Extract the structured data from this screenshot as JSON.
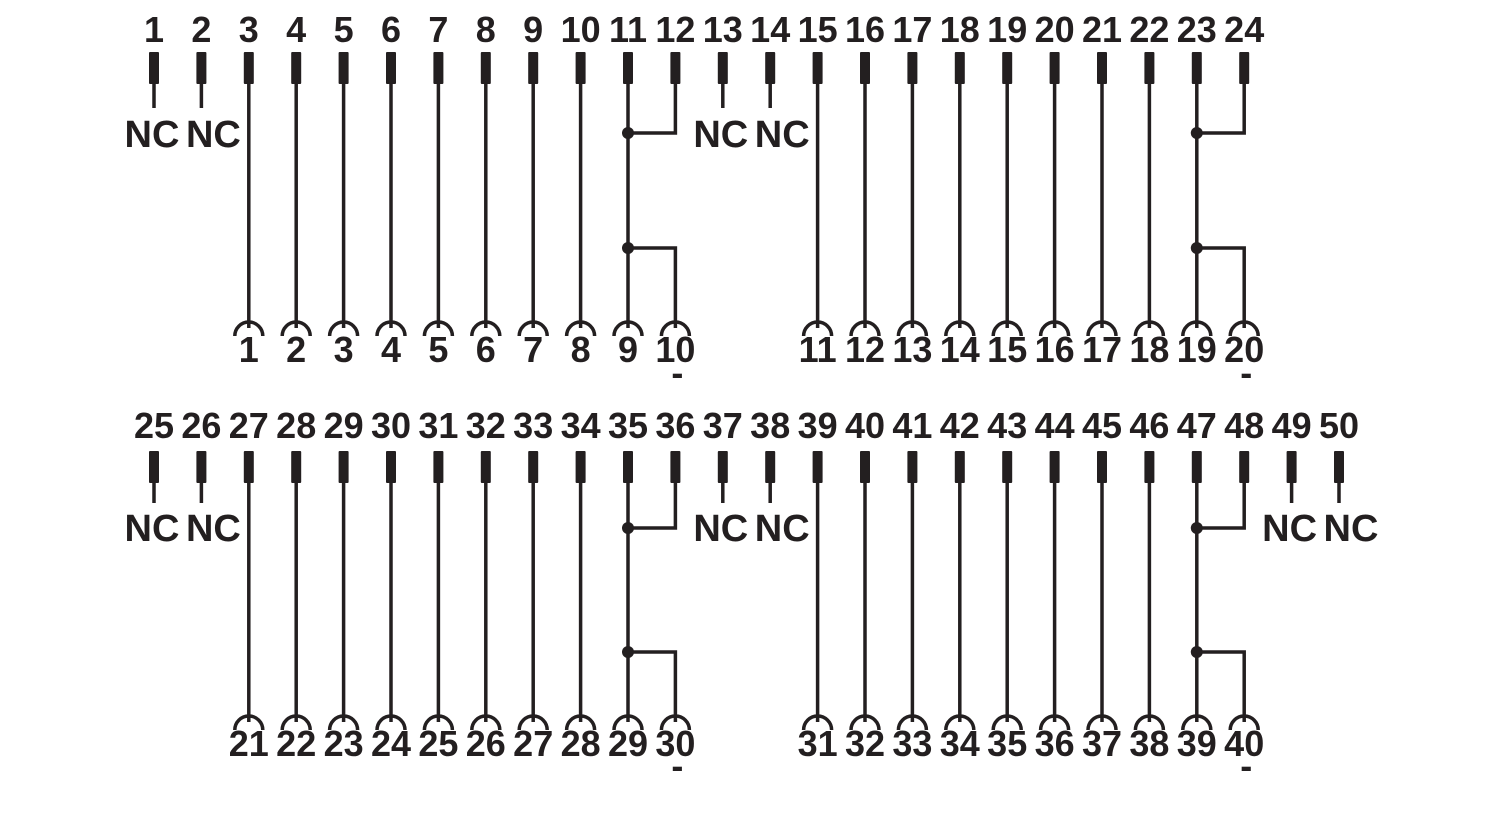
{
  "diagram": {
    "colors": {
      "ink": "#231f20",
      "background": "#ffffff"
    },
    "nc_label": "NC",
    "minus_label": "-",
    "blocks": [
      {
        "pin_labels": [
          "1",
          "2",
          "3",
          "4",
          "5",
          "6",
          "7",
          "8",
          "9",
          "10",
          "11",
          "12",
          "13",
          "14",
          "15",
          "16",
          "17",
          "18",
          "19",
          "20",
          "21",
          "22",
          "23",
          "24"
        ],
        "nc_pins": [
          1,
          2,
          13,
          14
        ],
        "socket_groups": [
          {
            "from_pin": 3,
            "to_pin": 12,
            "labels": [
              "1",
              "2",
              "3",
              "4",
              "5",
              "6",
              "7",
              "8",
              "9",
              "10"
            ],
            "bridge_pins": [
              11,
              12
            ],
            "minus_under": 10
          },
          {
            "from_pin": 15,
            "to_pin": 24,
            "labels": [
              "11",
              "12",
              "13",
              "14",
              "15",
              "16",
              "17",
              "18",
              "19",
              "20"
            ],
            "bridge_pins": [
              23,
              24
            ],
            "minus_under": 20
          }
        ]
      },
      {
        "pin_labels": [
          "25",
          "26",
          "27",
          "28",
          "29",
          "30",
          "31",
          "32",
          "33",
          "34",
          "35",
          "36",
          "37",
          "38",
          "39",
          "40",
          "41",
          "42",
          "43",
          "44",
          "45",
          "46",
          "47",
          "48",
          "49",
          "50"
        ],
        "nc_pins": [
          25,
          26,
          37,
          38,
          49,
          50
        ],
        "socket_groups": [
          {
            "from_pin": 27,
            "to_pin": 36,
            "labels": [
              "21",
              "22",
              "23",
              "24",
              "25",
              "26",
              "27",
              "28",
              "29",
              "30"
            ],
            "bridge_pins": [
              35,
              36
            ],
            "minus_under": 30
          },
          {
            "from_pin": 39,
            "to_pin": 48,
            "labels": [
              "31",
              "32",
              "33",
              "34",
              "35",
              "36",
              "37",
              "38",
              "39",
              "40"
            ],
            "bridge_pins": [
              47,
              48
            ],
            "minus_under": 40
          }
        ]
      }
    ]
  }
}
